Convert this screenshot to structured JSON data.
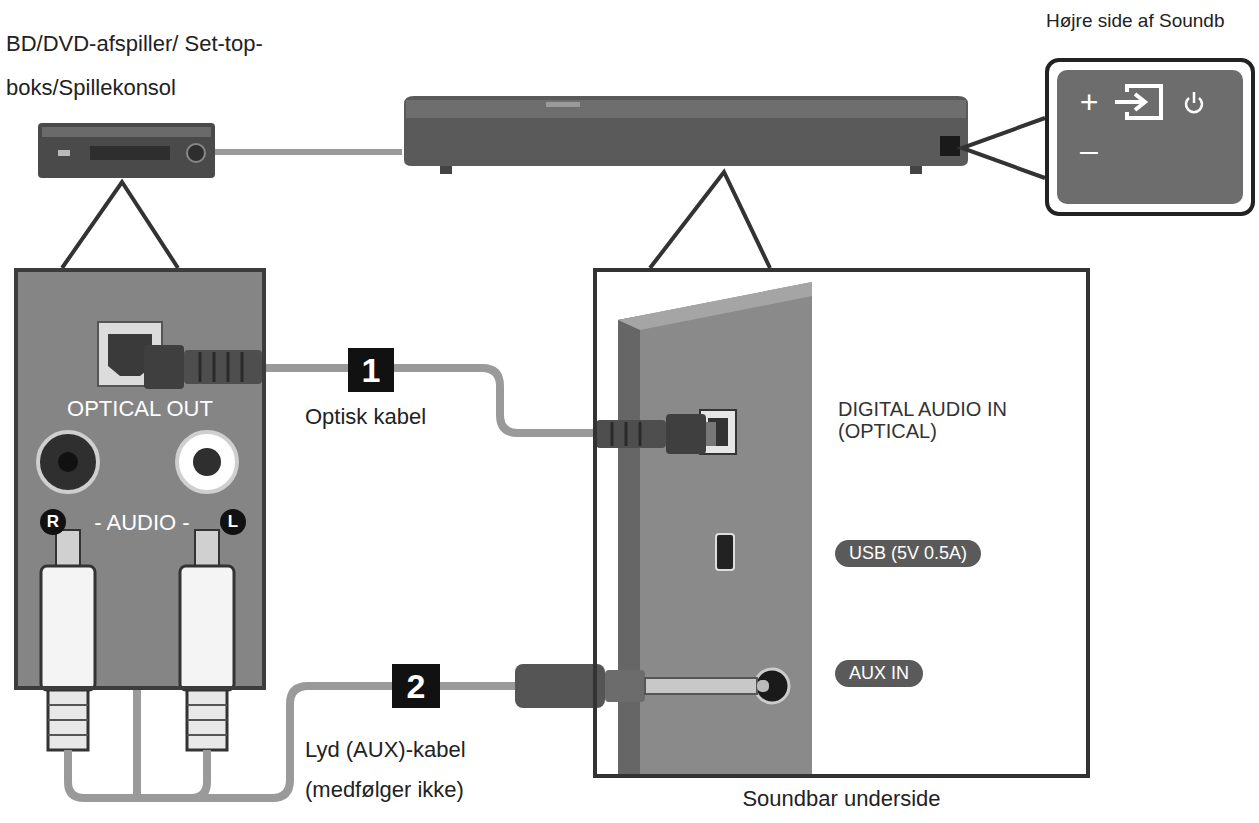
{
  "diagram": {
    "nodes": [
      {
        "text": [
          "OPTICAL OUT",
          "R",
          "- AUDIO -",
          "L"
        ]
      },
      {
        "text": [
          "DIGITAL AUDIO IN (OPTICAL)",
          "Soundbar underside"
        ]
      },
      {
        "text": [
          "USB (5V 0.5A)"
        ],
        "in": 1
      },
      {
        "text": [
          "AUX IN"
        ],
        "in": 1
      },
      {
        "text": [
          "Højre side af Soundb",
          "+",
          "–"
        ]
      }
    ],
    "edges": [
      {
        "from": 0,
        "to": 1,
        "arrow": "none",
        "label": "Optisk kabel"
      },
      {
        "from": 0,
        "to": 1,
        "arrow": "none",
        "label": "Lyd (AUX)-kabel (medfølger ikke)"
      }
    ],
    "labels": [
      "BD/DVD-afspiller/ Set-top-boks/Spillekonsol",
      "1",
      "2"
    ]
  }
}
